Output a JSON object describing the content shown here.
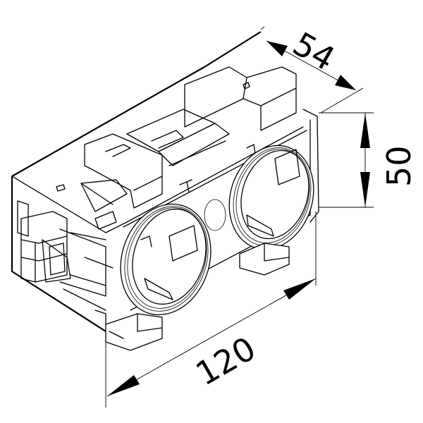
{
  "drawing": {
    "subject": "double socket insert (isometric view)",
    "colors": {
      "line": "#000000",
      "background": "#ffffff"
    },
    "dimensions": {
      "depth": {
        "value": "54",
        "label": "54"
      },
      "height": {
        "value": "50",
        "label": "50"
      },
      "width": {
        "value": "120",
        "label": "120"
      }
    }
  }
}
